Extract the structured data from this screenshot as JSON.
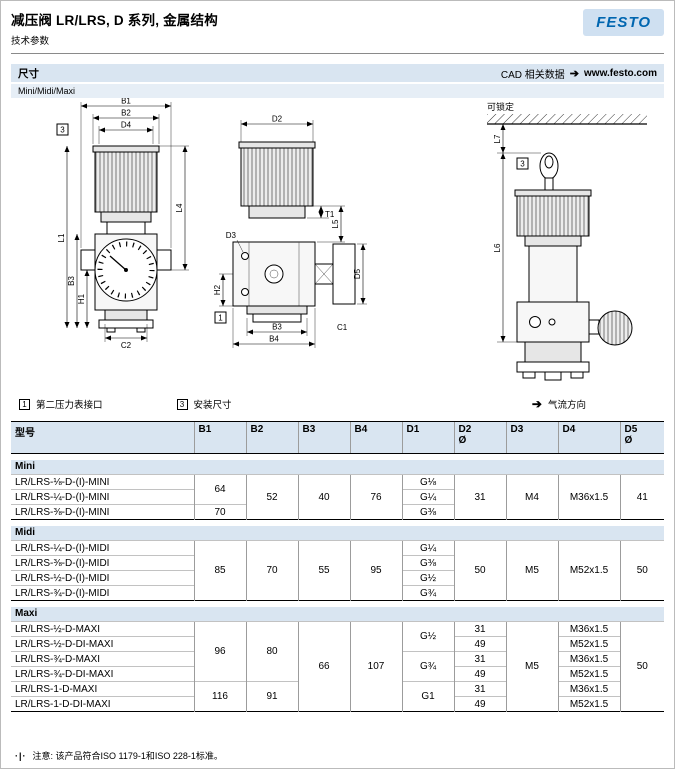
{
  "page": {
    "title": "减压阀 LR/LRS, D 系列, 金属结构",
    "subtitle": "技术参数",
    "logo_text": "FESTO"
  },
  "section": {
    "title": "尺寸",
    "cad_label": "CAD 相关数据",
    "cad_arrow": "➔",
    "cad_link": "www.festo.com",
    "variants": "Mini/Midi/Maxi"
  },
  "drawing": {
    "lockable": "可锁定",
    "labels": {
      "b1": "B1",
      "b2": "B2",
      "b3": "B3",
      "b4": "B4",
      "c1": "C1",
      "c2": "C2",
      "d2": "D2",
      "d3": "D3",
      "d4": "D4",
      "d5": "D5",
      "h1": "H1",
      "h2": "H2",
      "l1": "L1",
      "l4": "L4",
      "l5": "L5",
      "l6": "L6",
      "l7": "L7",
      "t1": "T1",
      "ref1": "1",
      "ref3": "3"
    }
  },
  "legend": {
    "gauge_ref": "1",
    "gauge_text": "第二压力表接口",
    "mount_ref": "3",
    "mount_text": "安装尺寸",
    "flow_arrow": "➔",
    "flow_text": "气流方向"
  },
  "table": {
    "headers": {
      "model": "型号",
      "b1": "B1",
      "b2": "B2",
      "b3": "B3",
      "b4": "B4",
      "d1": "D1",
      "d2": "D2",
      "d3": "D3",
      "d4": "D4",
      "d5": "D5",
      "dia": "Ø"
    },
    "mini": {
      "label": "Mini",
      "model_0": "LR/LRS-⅛-D-(I)-MINI",
      "model_1": "LR/LRS-¼-D-(I)-MINI",
      "model_2": "LR/LRS-⅜-D-(I)-MINI",
      "b1_01": "64",
      "b1_2": "70",
      "b2": "52",
      "b3": "40",
      "b4": "76",
      "d1_0": "G⅛",
      "d1_1": "G¼",
      "d1_2": "G⅜",
      "d2": "31",
      "d3": "M4",
      "d4": "M36x1.5",
      "d5": "41"
    },
    "midi": {
      "label": "Midi",
      "model_0": "LR/LRS-¼-D-(I)-MIDI",
      "model_1": "LR/LRS-⅜-D-(I)-MIDI",
      "model_2": "LR/LRS-½-D-(I)-MIDI",
      "model_3": "LR/LRS-¾-D-(I)-MIDI",
      "b1": "85",
      "b2": "70",
      "b3": "55",
      "b4": "95",
      "d1_0": "G¼",
      "d1_1": "G⅜",
      "d1_2": "G½",
      "d1_3": "G¾",
      "d2": "50",
      "d3": "M5",
      "d4": "M52x1.5",
      "d5": "50"
    },
    "maxi": {
      "label": "Maxi",
      "model_0": "LR/LRS-½-D-MAXI",
      "model_1": "LR/LRS-½-D-DI-MAXI",
      "model_2": "LR/LRS-¾-D-MAXI",
      "model_3": "LR/LRS-¾-D-DI-MAXI",
      "model_4": "LR/LRS-1-D-MAXI",
      "model_5": "LR/LRS-1-D-DI-MAXI",
      "b1_03": "96",
      "b1_45": "116",
      "b2_03": "80",
      "b2_45": "91",
      "b3": "66",
      "b4": "107",
      "d1_01": "G½",
      "d1_23": "G¾",
      "d1_45": "G1",
      "d2_0": "31",
      "d2_1": "49",
      "d2_2": "31",
      "d2_3": "49",
      "d2_4": "31",
      "d2_5": "49",
      "d3": "M5",
      "d4_0": "M36x1.5",
      "d4_1": "M52x1.5",
      "d4_2": "M36x1.5",
      "d4_3": "M52x1.5",
      "d4_4": "M36x1.5",
      "d4_5": "M52x1.5",
      "d5": "50"
    }
  },
  "note": {
    "marker": "·|·",
    "text": "注意: 该产品符合ISO 1179-1和ISO 228-1标准。"
  }
}
